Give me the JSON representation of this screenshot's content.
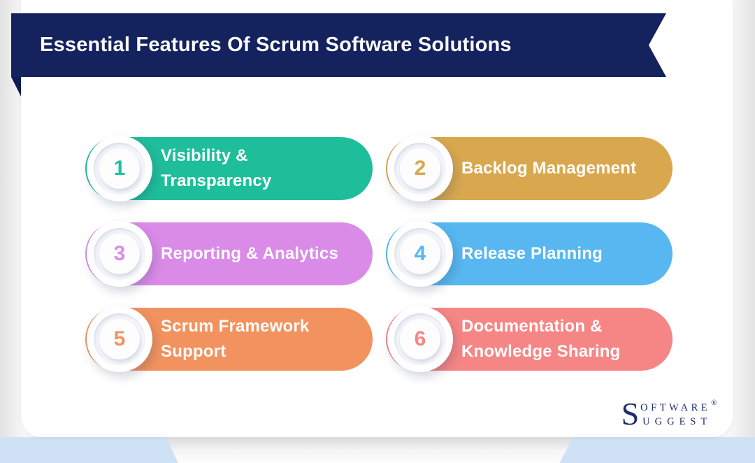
{
  "banner": {
    "title": "Essential Features Of Scrum Software Solutions",
    "bg_color": "#14235e",
    "fold_color": "#0f1c52",
    "text_color": "#ffffff"
  },
  "features": [
    {
      "number": "1",
      "label": "Visibility &\nTransparency",
      "color": "#1fbe9a"
    },
    {
      "number": "2",
      "label": "Backlog Management",
      "color": "#d9a74e"
    },
    {
      "number": "3",
      "label": "Reporting & Analytics",
      "color": "#da8be7"
    },
    {
      "number": "4",
      "label": "Release Planning",
      "color": "#58b7f0"
    },
    {
      "number": "5",
      "label": "Scrum Framework\nSupport",
      "color": "#f2925e"
    },
    {
      "number": "6",
      "label": "Documentation &\nKnowledge Sharing",
      "color": "#f68585"
    }
  ],
  "footer_logo": {
    "initial": "S",
    "word1_rest": "OFTWARE",
    "registered": "®",
    "word2_rest": "UGGEST",
    "color": "#1e2e6e"
  },
  "colors": {
    "card": "#ffffff",
    "bottom_band": "#cfe2f5"
  }
}
